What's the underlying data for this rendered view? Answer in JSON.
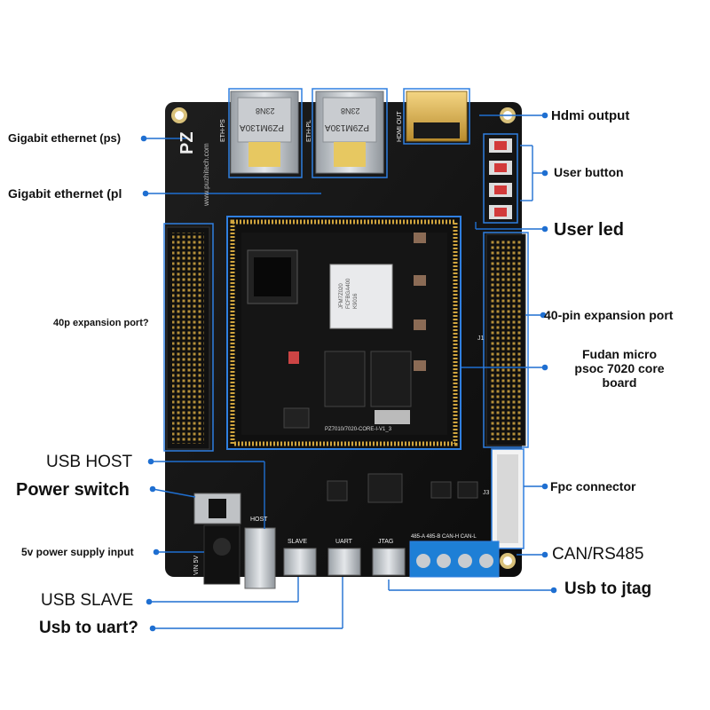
{
  "board": {
    "logo": "PZ",
    "url_text": "www.puzhitech.com",
    "core_label": "PZ7010/7020-CORE-I-V1_3",
    "chip_text_line1": "JFM7Z020",
    "chip_text_line2": "FCFBGA400",
    "chip_text_line3": "K9016",
    "rj45_left_text": "PZ9M130A",
    "rj45_left_sub": "23N8",
    "rj45_right_text": "PZ9M130A",
    "rj45_right_sub": "23N8",
    "silk_eth_ps": "ETH-PS",
    "silk_eth_pl": "ETH-PL",
    "silk_hdmi": "HDMI OUT",
    "silk_slave": "SLAVE",
    "silk_uart": "UART",
    "silk_jtag": "JTAG",
    "silk_host": "HOST",
    "silk_vin": "VIN 5V",
    "silk_can_rs485": "485-A 485-B CAN-H CAN-L",
    "silk_j1": "J1",
    "silk_j3": "J3"
  },
  "labels": {
    "gigabit_ps": "Gigabit ethernet (ps)",
    "gigabit_pl": "Gigabit ethernet (pl",
    "expansion_left": "40p expansion port?",
    "usb_host": "USB HOST",
    "power_switch": "Power switch",
    "power_input": "5v power supply input",
    "usb_slave": "USB SLAVE",
    "usb_uart": "Usb to uart?",
    "hdmi": "Hdmi output",
    "user_button": "User button",
    "user_led": "User led",
    "expansion_right": "40-pin expansion port",
    "core_line1": "Fudan micro",
    "core_line2": "psoc 7020 core",
    "core_line3": "board",
    "fpc": "Fpc connector",
    "can_rs485": "CAN/RS485",
    "usb_jtag": "Usb to jtag"
  },
  "colors": {
    "callout_line": "#1f6fd1",
    "highlight_box": "#2f7fe0",
    "pcb": "#161616",
    "terminal_blue": "#1e7fd6",
    "gold": "#c9a24a"
  }
}
